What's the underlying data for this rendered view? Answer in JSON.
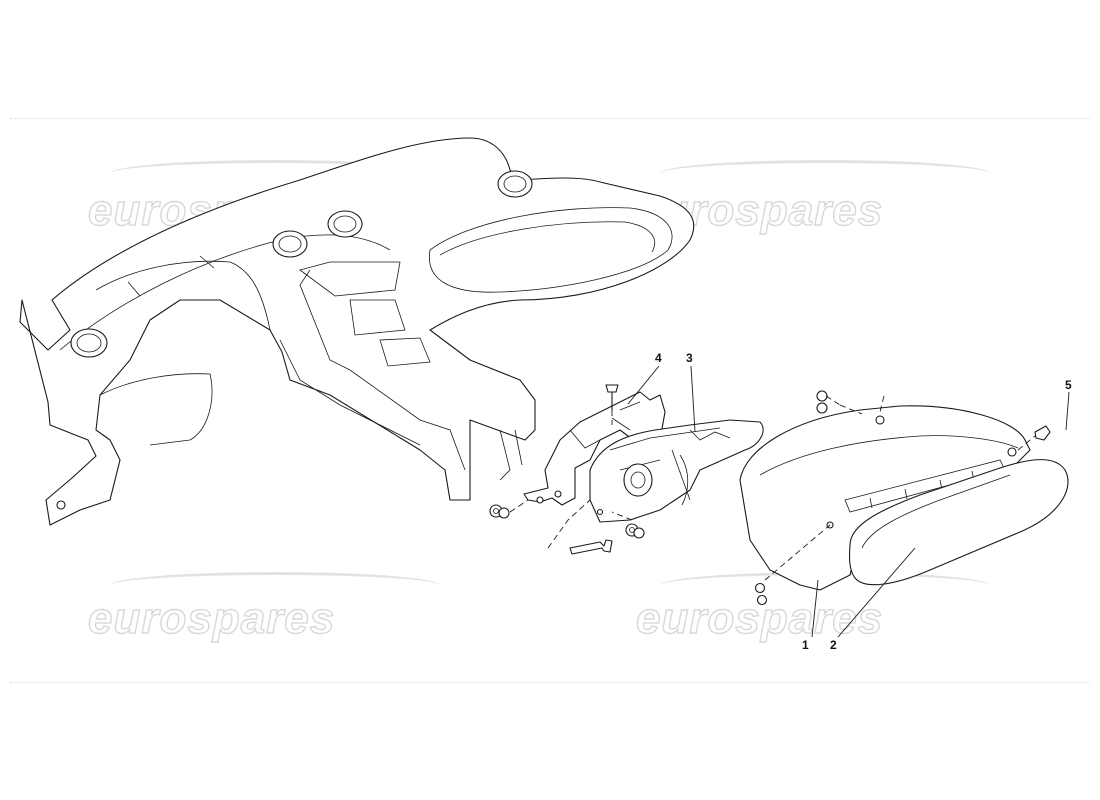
{
  "watermarks": [
    "eurospares",
    "eurospares",
    "eurospares",
    "eurospares"
  ],
  "callouts": [
    "1",
    "2",
    "3",
    "4",
    "5"
  ],
  "icons": [
    "dashboard-panel",
    "air-vent-assembly",
    "vent-bracket",
    "glovebox-assembly",
    "glovebox-lid",
    "bolt",
    "washer-nut",
    "clip"
  ]
}
